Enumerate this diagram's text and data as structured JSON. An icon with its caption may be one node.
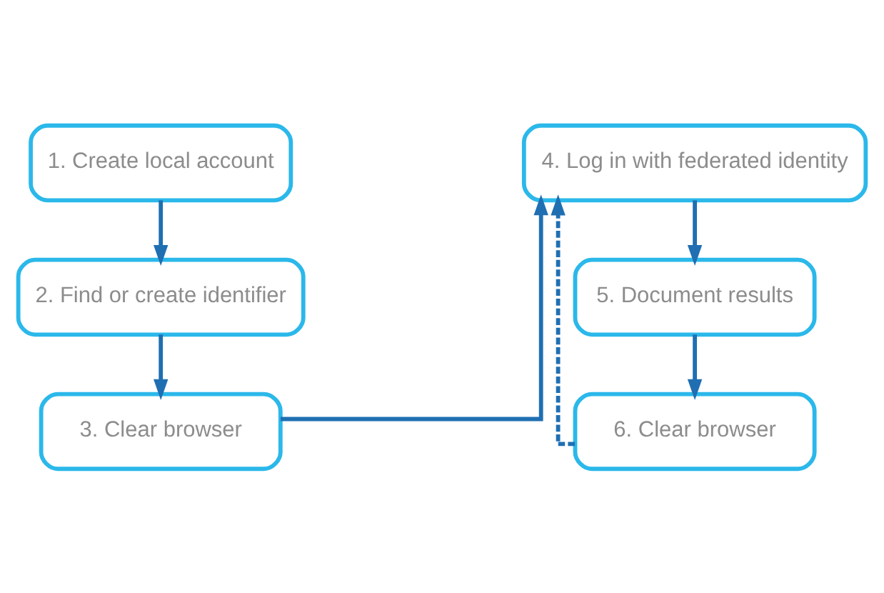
{
  "diagram": {
    "nodes": [
      {
        "text": [
          "1. Create local account"
        ]
      },
      {
        "text": [
          "2. Find or create identifier"
        ]
      },
      {
        "text": [
          "3. Clear browser"
        ]
      },
      {
        "text": [
          "4. Log in with federated identity"
        ]
      },
      {
        "text": [
          "5. Document results"
        ]
      },
      {
        "text": [
          "6. Clear browser"
        ]
      }
    ],
    "edges": [
      {
        "from": 0,
        "to": 1,
        "arrow": "to"
      },
      {
        "from": 1,
        "to": 2,
        "arrow": "to"
      },
      {
        "from": 2,
        "to": 3,
        "arrow": "to"
      },
      {
        "from": 3,
        "to": 4,
        "arrow": "to"
      },
      {
        "from": 4,
        "to": 5,
        "arrow": "to"
      },
      {
        "from": 5,
        "to": 3,
        "arrow": "to",
        "style": "dashed"
      }
    ]
  }
}
